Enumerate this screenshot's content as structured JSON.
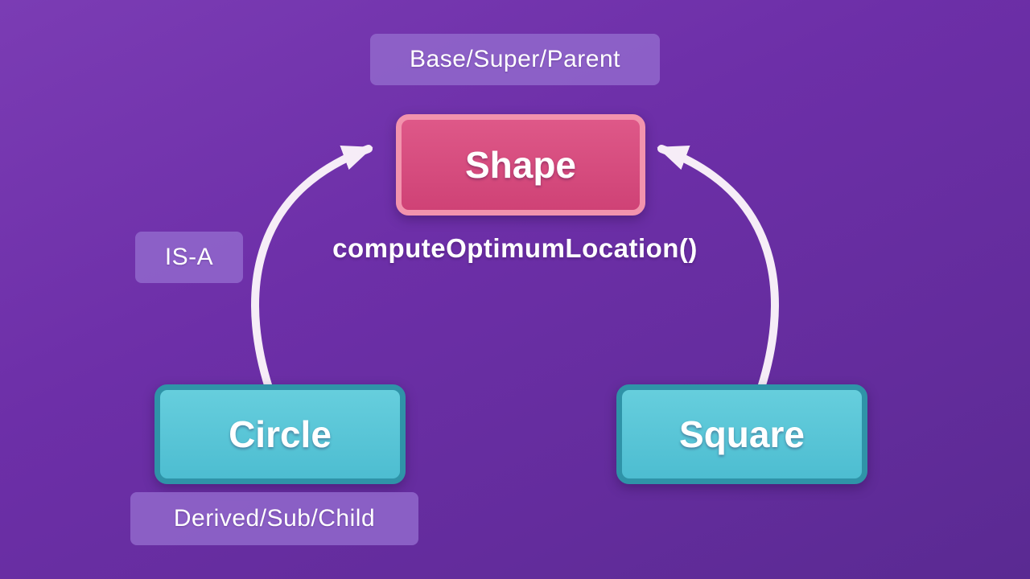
{
  "labels": {
    "base": "Base/Super/Parent",
    "isa": "IS-A",
    "method": "computeOptimumLocation()",
    "derived": "Derived/Sub/Child"
  },
  "nodes": {
    "parent": "Shape",
    "child_left": "Circle",
    "child_right": "Square"
  },
  "colors": {
    "background": "#6b2fa5",
    "parent_fill": "#d64c7c",
    "parent_border": "#f293ad",
    "child_fill": "#57c5d8",
    "child_border": "#2f93a8",
    "tag_background": "#8f66ca",
    "arrow": "#f6edf7",
    "text": "#ffffff"
  }
}
